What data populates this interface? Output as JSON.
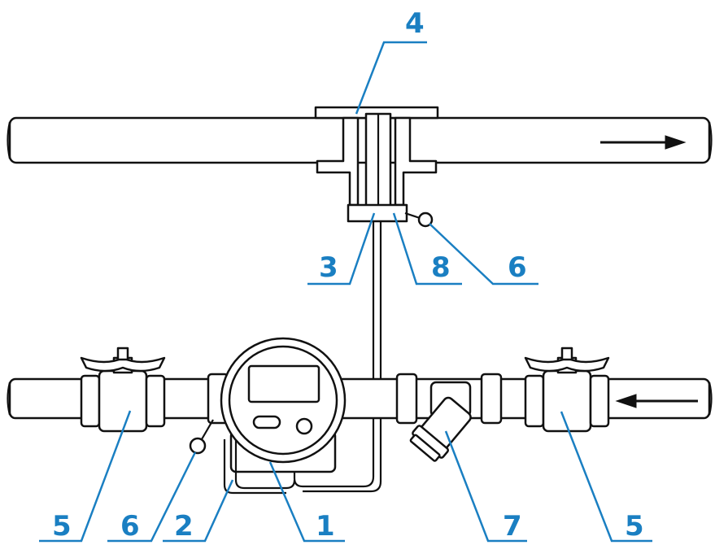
{
  "labels": {
    "l4": "4",
    "l3": "3",
    "l8": "8",
    "l6_top": "6",
    "l5_left": "5",
    "l6_bottom": "6",
    "l2": "2",
    "l1": "1",
    "l7": "7",
    "l5_right": "5"
  },
  "colors": {
    "callout": "#1a7fc2",
    "line": "#111111"
  },
  "icons": {
    "flow_out": "arrow-right-icon",
    "flow_in": "arrow-left-icon"
  }
}
